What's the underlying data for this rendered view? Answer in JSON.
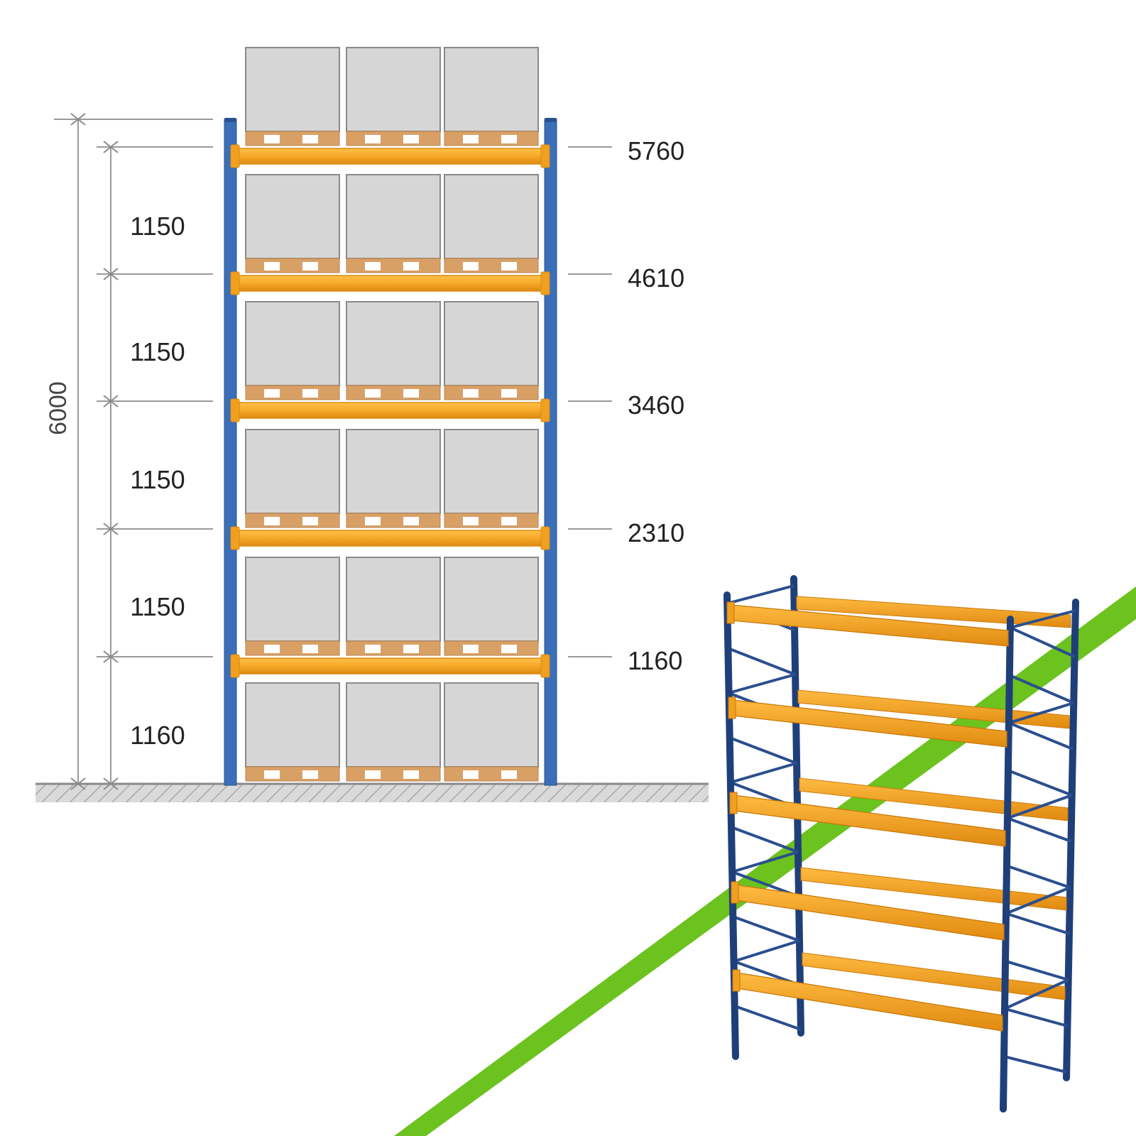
{
  "elevation": {
    "total_height_label": "6000",
    "spacing_labels": [
      "1150",
      "1150",
      "1150",
      "1150",
      "1160"
    ],
    "level_labels": [
      "5760",
      "4610",
      "3460",
      "2310",
      "1160"
    ],
    "pallets_per_level": 3,
    "pallet_levels": 6
  },
  "colors": {
    "upright_blue": "#3a6fb8",
    "beam_orange": "#f5a623",
    "beam_orange_dark": "#e08a10",
    "pallet_wood": "#d9a066",
    "load_grey": "#d6d6d6",
    "load_border": "#8a8a8a",
    "dimension_line": "#9a9a9a",
    "floor_fill": "#d4d4d4",
    "iso_upright": "#1f3f7a",
    "iso_beam": "#f5a623",
    "green_stripe": "#6cc21e"
  },
  "icons": {
    "rack_elevation": "pallet-rack-elevation-icon",
    "rack_3d": "pallet-rack-3d-icon"
  }
}
